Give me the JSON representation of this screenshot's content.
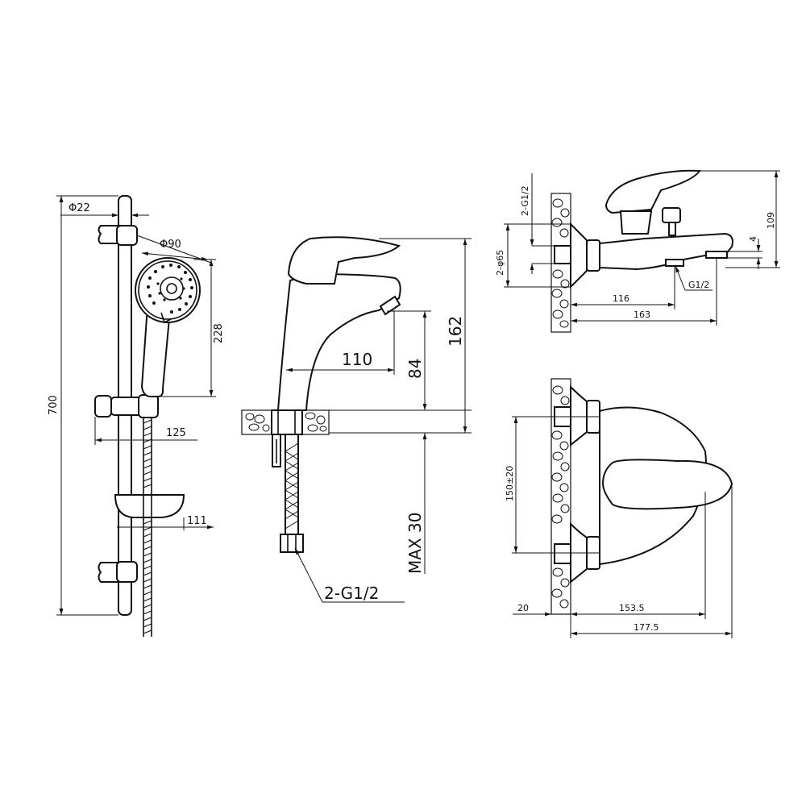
{
  "shower_set": {
    "bar_diameter": "Φ22",
    "head_diameter": "Φ90",
    "head_height": "228",
    "total_height": "700",
    "holder_reach": "125",
    "soap_dish_reach": "111"
  },
  "basin_mixer": {
    "spout_reach": "110",
    "spout_height": "84",
    "total_height": "162",
    "max_deck": "MAX 30",
    "connection": "2-G1/2"
  },
  "bath_mixer_side": {
    "connection": "2-G1/2",
    "inlet_diameter": "2-φ65",
    "height": "109",
    "offset": "4",
    "outlet": "G1/2",
    "spout_reach_short": "116",
    "spout_reach_long": "163"
  },
  "bath_mixer_top": {
    "centers": "150±20",
    "wall_offset": "20",
    "depth_short": "153.5",
    "depth_long": "177.5"
  }
}
